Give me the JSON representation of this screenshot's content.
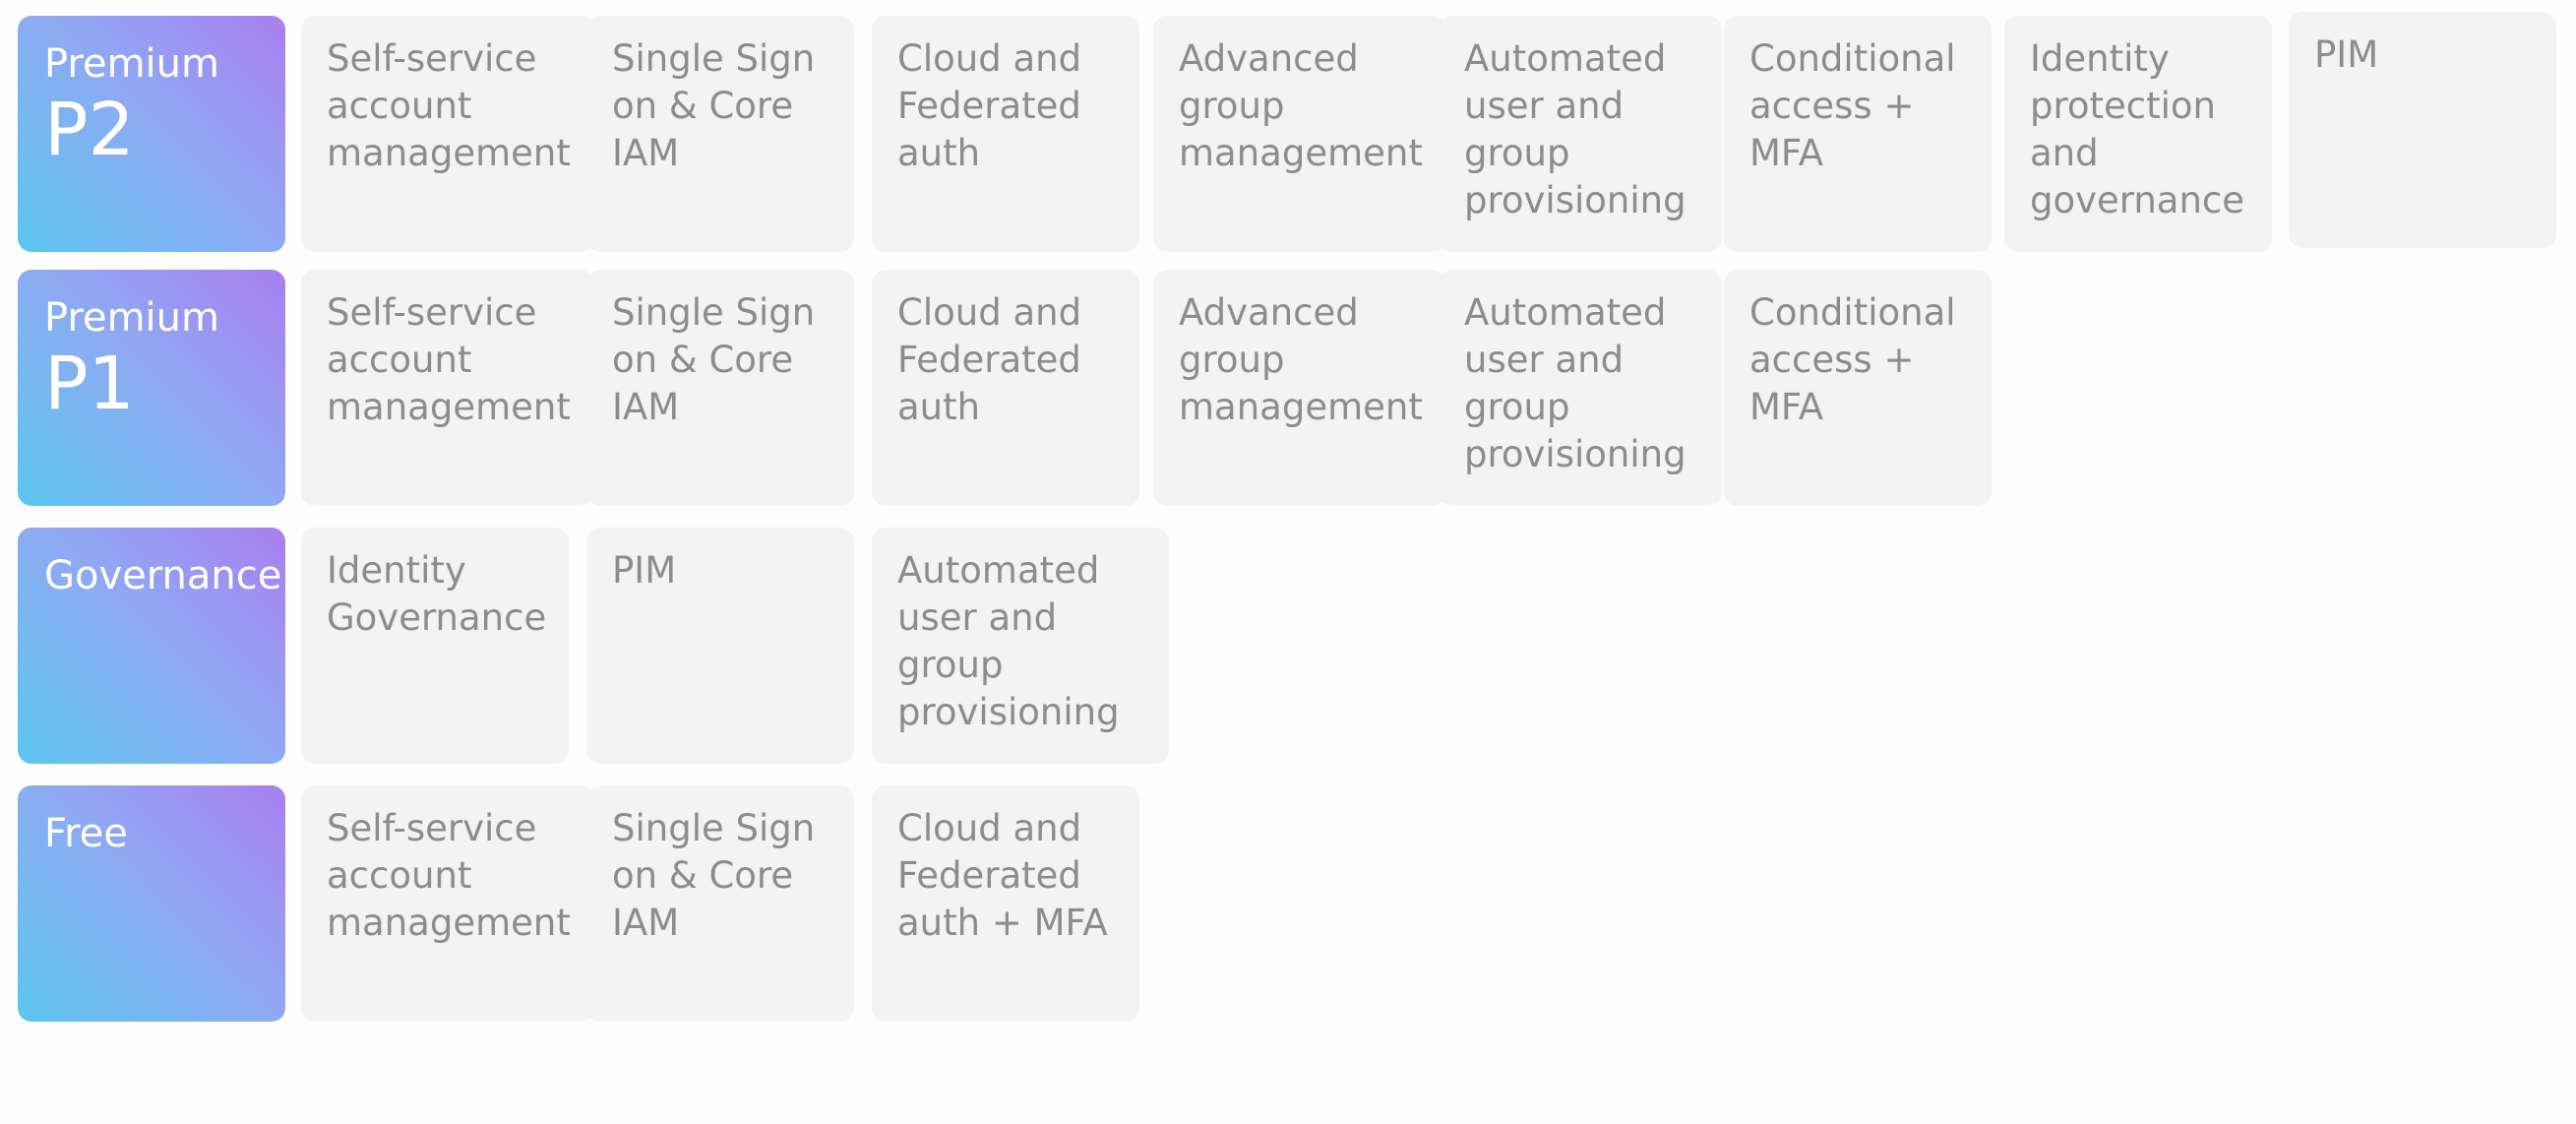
{
  "tiers": [
    {
      "label": "Premium",
      "sub": "P2",
      "features": [
        "Self-service\naccount\nmanagement",
        "Single Sign\non & Core\nIAM",
        "Cloud and\nFederated\nauth",
        "Advanced\ngroup\nmanagement",
        "Automated\nuser and\ngroup\nprovisioning",
        "Conditional\naccess +\nMFA",
        "Identity\nprotection\nand\ngovernance",
        "PIM"
      ]
    },
    {
      "label": "Premium",
      "sub": "P1",
      "features": [
        "Self-service\naccount\nmanagement",
        "Single Sign\non & Core\nIAM",
        "Cloud and\nFederated\nauth",
        "Advanced\ngroup\nmanagement",
        "Automated\nuser and\ngroup\nprovisioning",
        "Conditional\naccess +\nMFA"
      ]
    },
    {
      "label": "Governance",
      "sub": "",
      "features": [
        "Identity\nGovernance",
        "PIM",
        "Automated\nuser and\ngroup\nprovisioning"
      ]
    },
    {
      "label": "Free",
      "sub": "",
      "features": [
        "Self-service\naccount\nmanagement",
        "Single Sign\non & Core\nIAM",
        "Cloud and\nFederated\nauth + MFA"
      ]
    }
  ],
  "colors": {
    "tier_gradient_top": "#a97ff0",
    "tier_gradient_mid": "#8eaaf2",
    "tier_gradient_bottom": "#5bc6ee",
    "tile_background": "#f3f3f3",
    "tile_text": "#8c8c8c",
    "tier_text": "#ffffff"
  }
}
